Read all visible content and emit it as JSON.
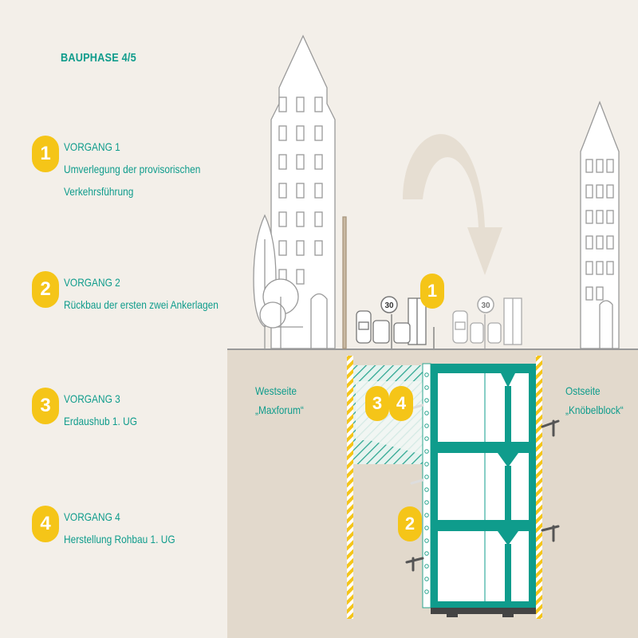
{
  "title": "BAUPHASE 4/5",
  "steps": [
    {
      "number": "1",
      "line1": "VORGANG 1",
      "line2": "Umverlegung der provisorischen",
      "line3": "Verkehrsführung"
    },
    {
      "number": "2",
      "line1": "VORGANG 2",
      "line2": "Rückbau der ersten zwei Ankerlagen",
      "line3": ""
    },
    {
      "number": "3",
      "line1": "VORGANG 3",
      "line2": "Erdaushub 1. UG",
      "line3": ""
    },
    {
      "number": "4",
      "line1": "VORGANG 4",
      "line2": "Herstellung Rohbau 1. UG",
      "line3": ""
    }
  ],
  "west": {
    "line1": "Westseite",
    "line2": "„Maxforum“"
  },
  "east": {
    "line1": "Ostseite",
    "line2": "„Knöbelblock“"
  },
  "markers": {
    "m1": "1",
    "m2": "2",
    "m3": "3",
    "m4": "4"
  },
  "signs": {
    "speed": "30"
  },
  "colors": {
    "teal": "#0f9c8c",
    "yellow": "#f5c518",
    "sky": "#f3efe9",
    "ground": "#e2d9cc"
  }
}
